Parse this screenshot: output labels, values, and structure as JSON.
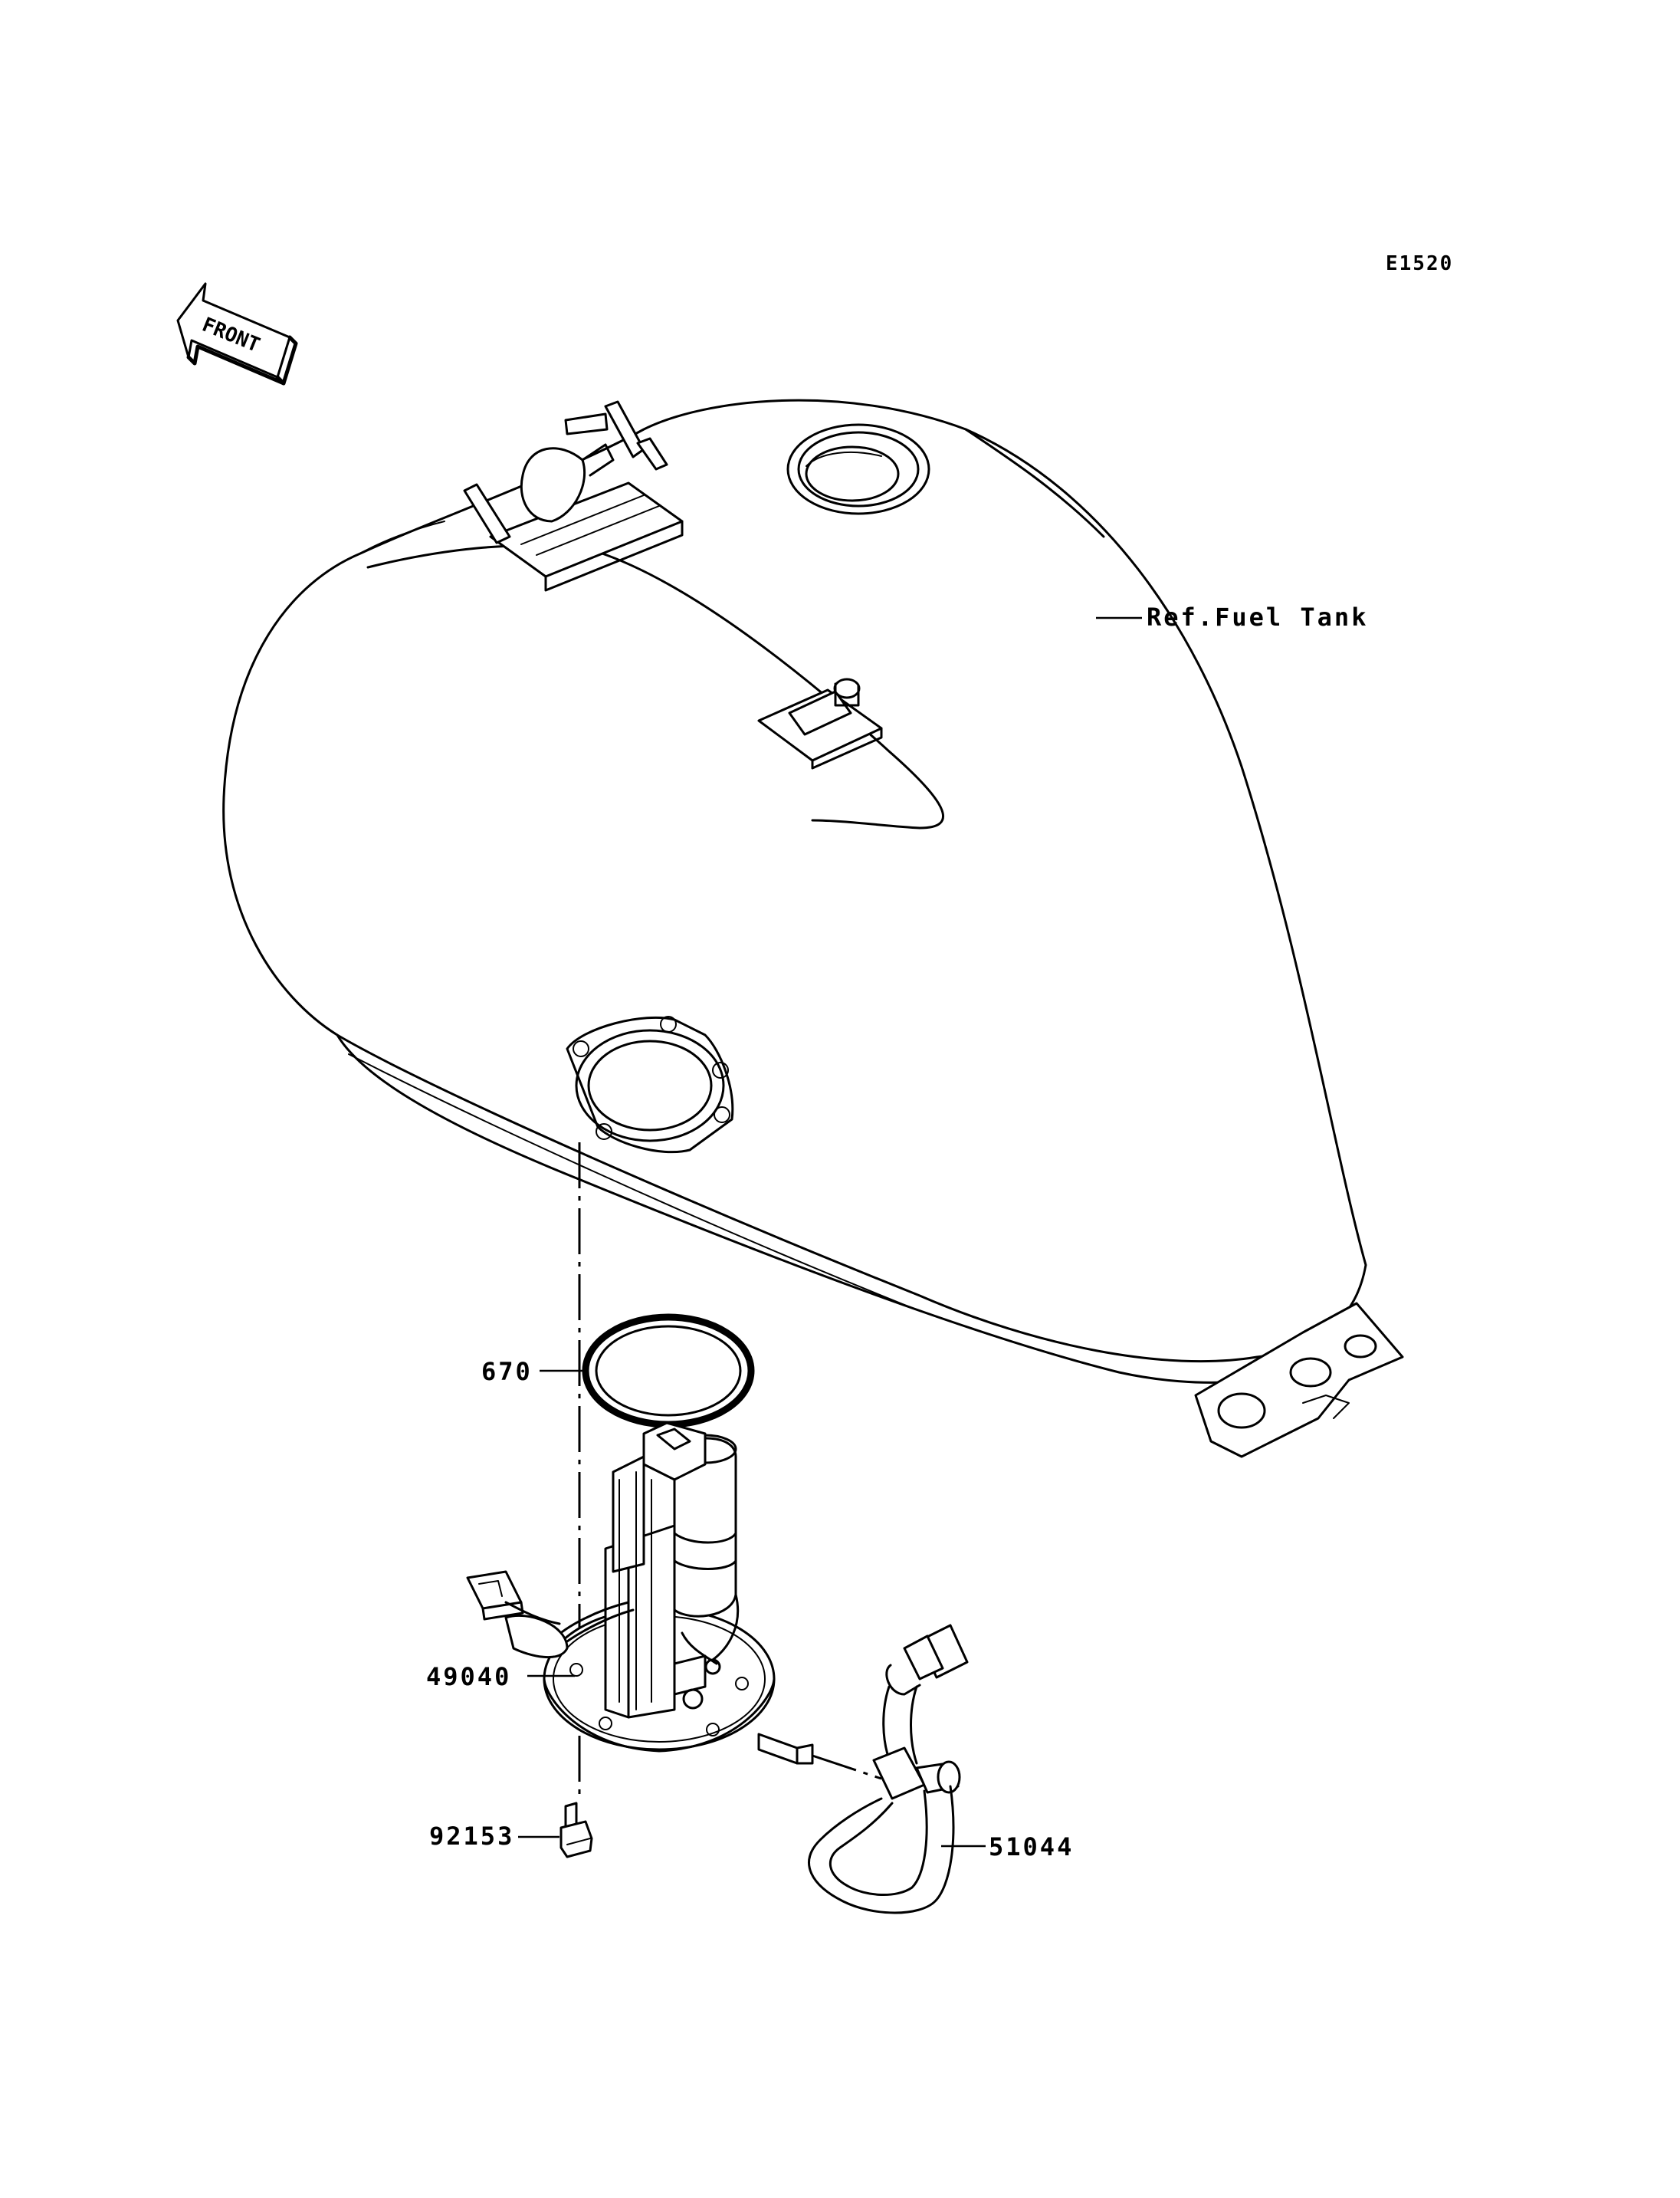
{
  "diagram_code": "E1520",
  "front_indicator": "FRONT",
  "labels": {
    "ref_fuel_tank": "Ref.Fuel Tank",
    "part_670": "670",
    "part_49040": "49040",
    "part_92153": "92153",
    "part_51044": "51044"
  },
  "icons": {
    "front_arrow": "front-arrow-icon"
  }
}
